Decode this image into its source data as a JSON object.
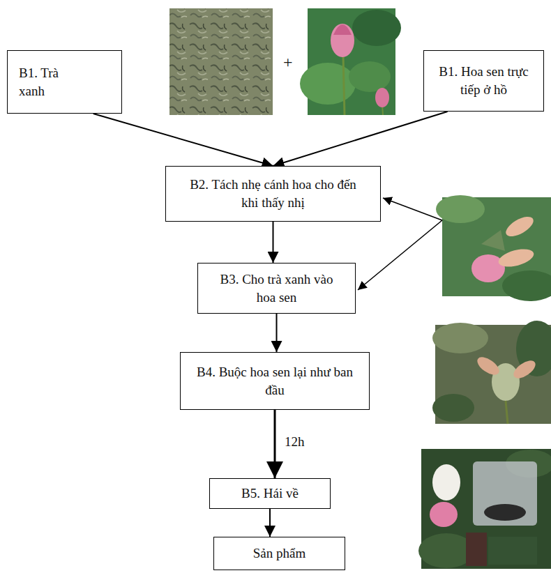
{
  "diagram": {
    "nodes": [
      {
        "text": [
          "B1. Trà xanh"
        ]
      },
      {
        "text": [
          "B1. Hoa sen trực tiếp ở hồ"
        ]
      },
      {
        "text": [
          "B2. Tách nhẹ cánh hoa cho đến khi thấy nhị"
        ]
      },
      {
        "text": [
          "B3. Cho trà xanh vào hoa sen"
        ]
      },
      {
        "text": [
          "B4. Buộc hoa sen lại như ban đầu"
        ]
      },
      {
        "text": [
          "B5. Hái về"
        ]
      },
      {
        "text": [
          "Sản phẩm"
        ]
      }
    ],
    "edges": [
      {
        "from": 0,
        "to": 2,
        "arrow": "to"
      },
      {
        "from": 1,
        "to": 2,
        "arrow": "to"
      },
      {
        "from": 2,
        "to": 3,
        "arrow": "to"
      },
      {
        "from": 3,
        "to": 4,
        "arrow": "to"
      },
      {
        "from": 4,
        "to": 5,
        "label": "12h",
        "arrow": "to"
      },
      {
        "from": 5,
        "to": 6,
        "arrow": "to"
      }
    ],
    "labels": [
      "+"
    ]
  }
}
